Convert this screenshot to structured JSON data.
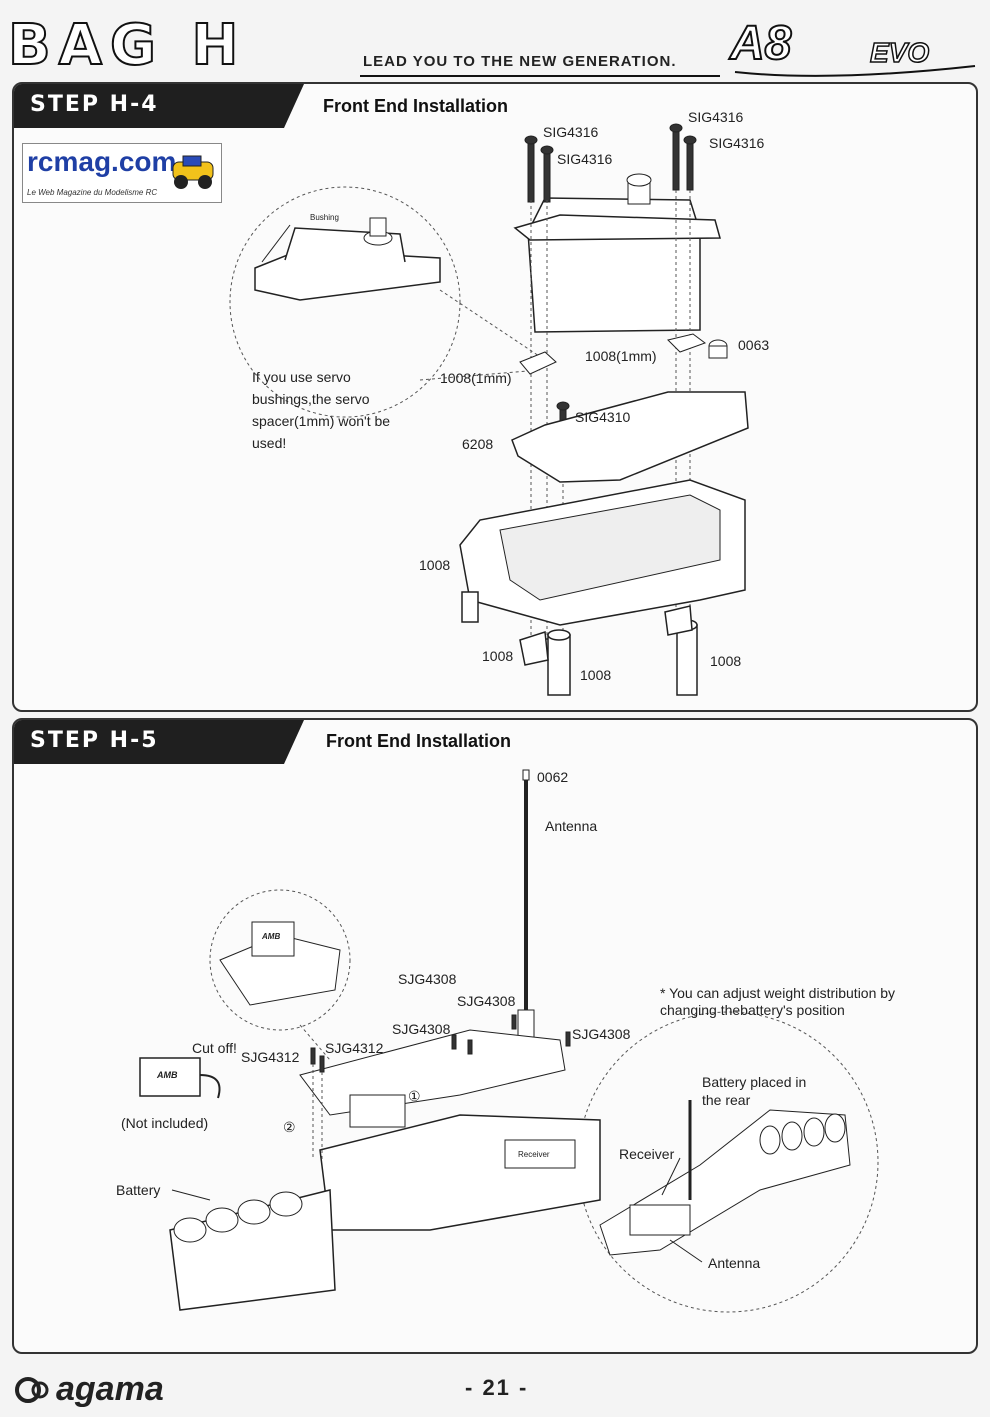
{
  "header": {
    "bag_title": "BAG H",
    "slogan": "LEAD YOU TO THE NEW GENERATION.",
    "brand_main": "A8",
    "brand_sub": "EVO"
  },
  "watermark": {
    "site": "rcmag.com",
    "tagline": "Le Web Magazine du Modelisme RC"
  },
  "step_h4": {
    "step_label": "STEP H-4",
    "title": "Front End Installation",
    "zoom_callout": {
      "bushing_label": "Bushing",
      "note": "If you use servo bushings,the servo spacer(1mm) won't be used!"
    },
    "parts": {
      "screw_a": "SIG4316",
      "screw_b": "SIG4316",
      "screw_c": "SIG4316",
      "screw_d": "SIG4316",
      "spacer_right": "1008(1mm)",
      "grommet": "0063",
      "spacer_left": "1008(1mm)",
      "screw_mid": "SIG4310",
      "plate": "6208",
      "tray": "1008",
      "post_left": "1008",
      "post_mid": "1008",
      "post_right": "1008"
    }
  },
  "step_h5": {
    "step_label": "STEP H-5",
    "title": "Front End Installation",
    "parts": {
      "antenna_cap": "0062",
      "antenna": "Antenna",
      "screw_1": "SJG4308",
      "screw_2": "SJG4308",
      "screw_3": "SJG4308",
      "screw_4": "SJG4308",
      "screw_5": "SJG4312",
      "screw_6": "SJG4312",
      "cut_off": "Cut off!",
      "not_included": "(Not included)",
      "battery": "Battery",
      "receiver_box": "Receiver",
      "step_marker_1": "①",
      "step_marker_2": "②"
    },
    "weight_note": "* You can adjust weight distribution by changing thebattery's position",
    "zoom_callout": {
      "battery_rear": "Battery placed in the rear",
      "receiver": "Receiver",
      "antenna": "Antenna"
    },
    "transponder_brand": "AMB"
  },
  "footer": {
    "brand": "agama",
    "page_number": "- 21 -"
  }
}
